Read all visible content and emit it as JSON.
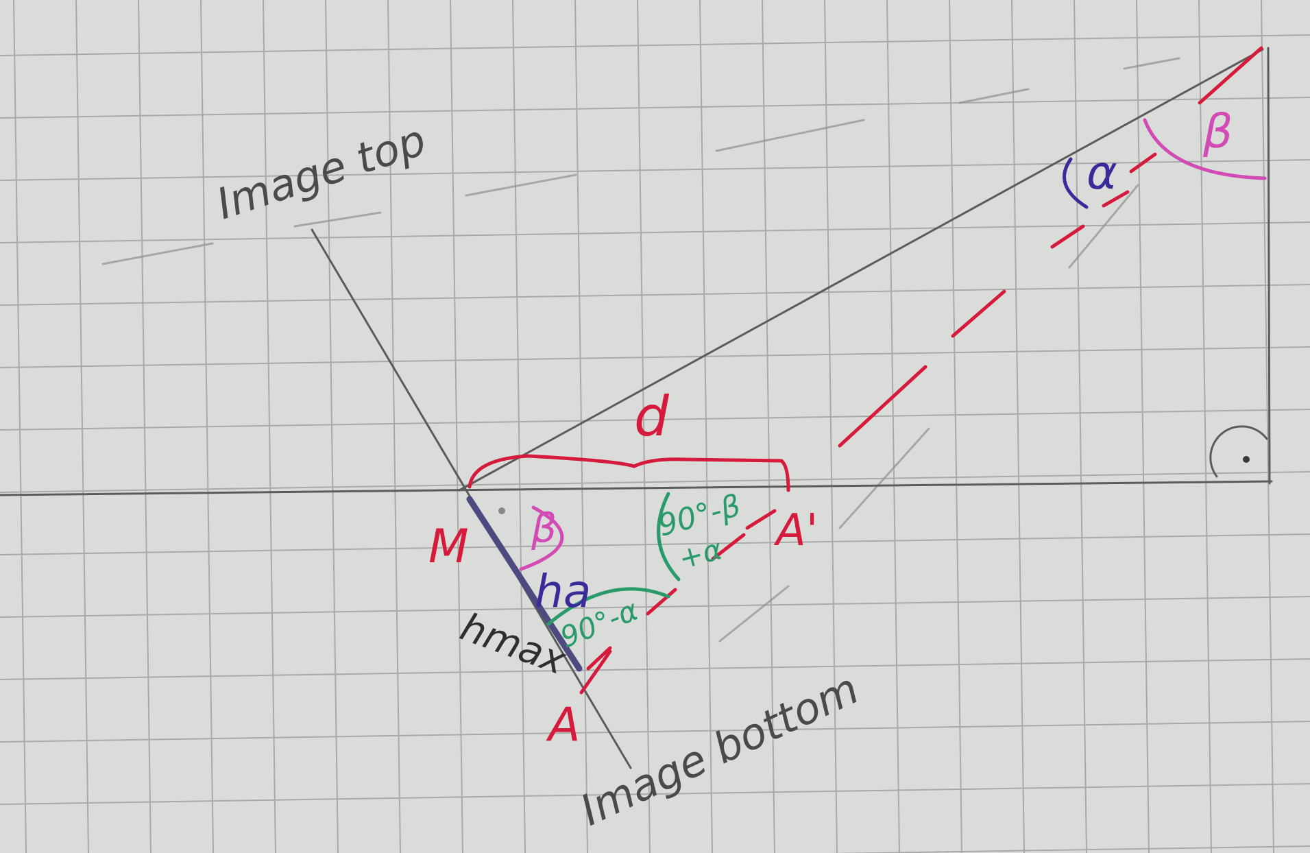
{
  "labels": {
    "image_top": "Image top",
    "image_bottom": "Image bottom",
    "d": "d",
    "alpha": "α",
    "beta_right": "β",
    "beta_left": "β",
    "m": "M",
    "a": "A",
    "a_prime": "A'",
    "h_a": "ha",
    "h_max": "hmax",
    "angle_90_minus_alpha": "90°-α",
    "angle_90_minus_beta_line1": "90°-β",
    "angle_90_minus_beta_line2": "+α"
  },
  "colors": {
    "paper": "#dadcd9",
    "grid": "#9fa29f",
    "pencil": "#5b5b5b",
    "red": "#d61a3c",
    "blue": "#3a2b9a",
    "pink": "#d24bb5",
    "green": "#2a9a6a",
    "black": "#2e2e2e"
  }
}
